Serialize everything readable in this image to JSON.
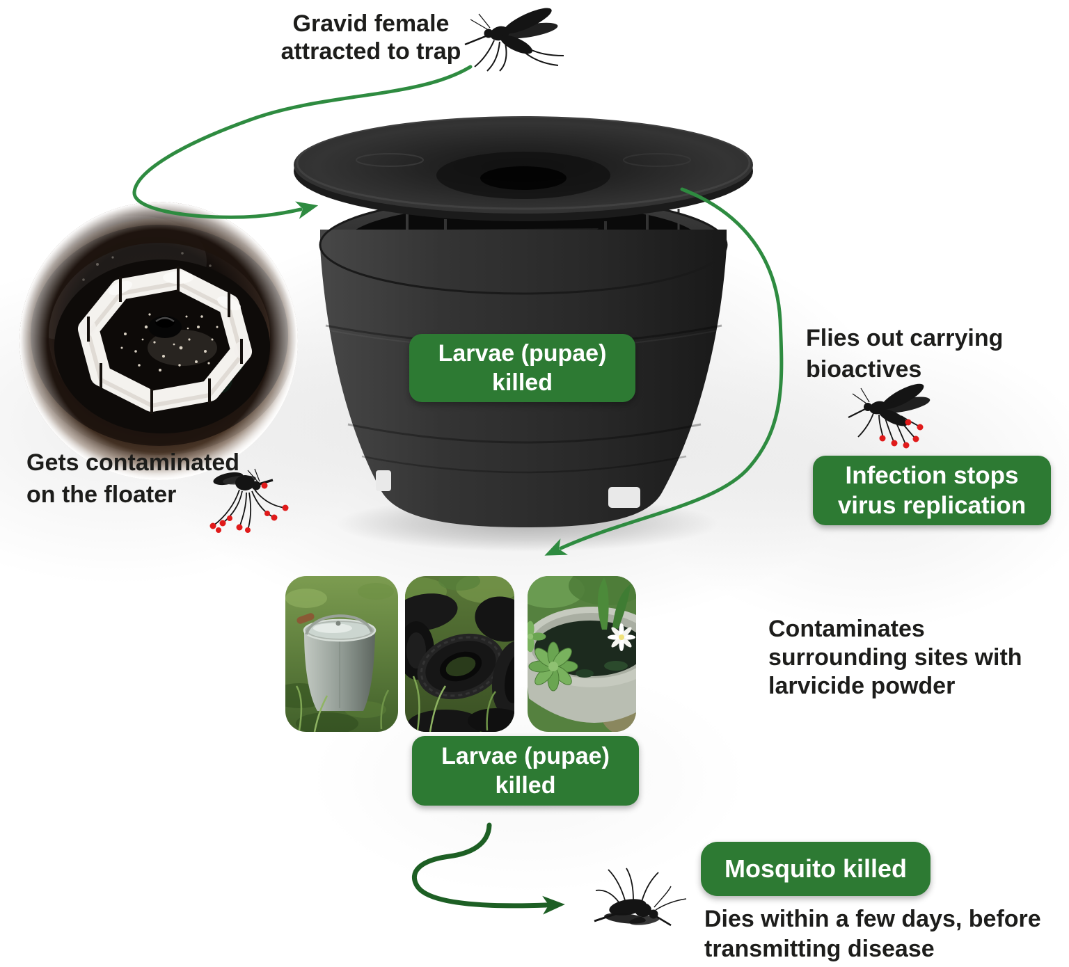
{
  "colors": {
    "badge_green": "#2d7a33",
    "arrow_green": "#2e8b40",
    "arrow_dark_green": "#1d5f24",
    "text_black": "#1d1d1b",
    "contamination_red": "#e01a1a",
    "background": "#ffffff"
  },
  "captions": {
    "gravid_female": {
      "line1": "Gravid female",
      "line2": "attracted to trap"
    },
    "gets_contaminated": {
      "line1": "Gets contaminated",
      "line2": "on the floater"
    },
    "flies_out": {
      "line1": "Flies out carrying",
      "line2": "bioactives"
    },
    "contaminates": {
      "line1": "Contaminates",
      "line2": "surrounding sites with",
      "line3": "larvicide powder"
    },
    "dies": {
      "line1": "Dies within a few days, before",
      "line2": "transmitting disease"
    }
  },
  "badges": {
    "larvae_killed_trap": {
      "line1": "Larvae (pupae)",
      "line2": "killed"
    },
    "infection_stops": {
      "line1": "Infection stops",
      "line2": "virus replication"
    },
    "larvae_killed_sites": {
      "line1": "Larvae (pupae)",
      "line2": "killed"
    },
    "mosquito_killed": {
      "label": "Mosquito killed"
    }
  },
  "icons": {
    "mosquito_top": "mosquito-flying-icon",
    "mosquito_contaminated": "mosquito-contaminated-icon",
    "mosquito_bioactive": "mosquito-carrying-bioactives-icon",
    "mosquito_dead": "mosquito-dead-icon"
  },
  "figures": {
    "trap": "black mosquito trap pot with funnel lid",
    "floater_photo": "close-up of gauze floater inside trap water",
    "photo_1": "water-filled bucket in grass",
    "photo_2": "discarded car tires in weeds",
    "photo_3": "container pond with aquatic plants"
  }
}
